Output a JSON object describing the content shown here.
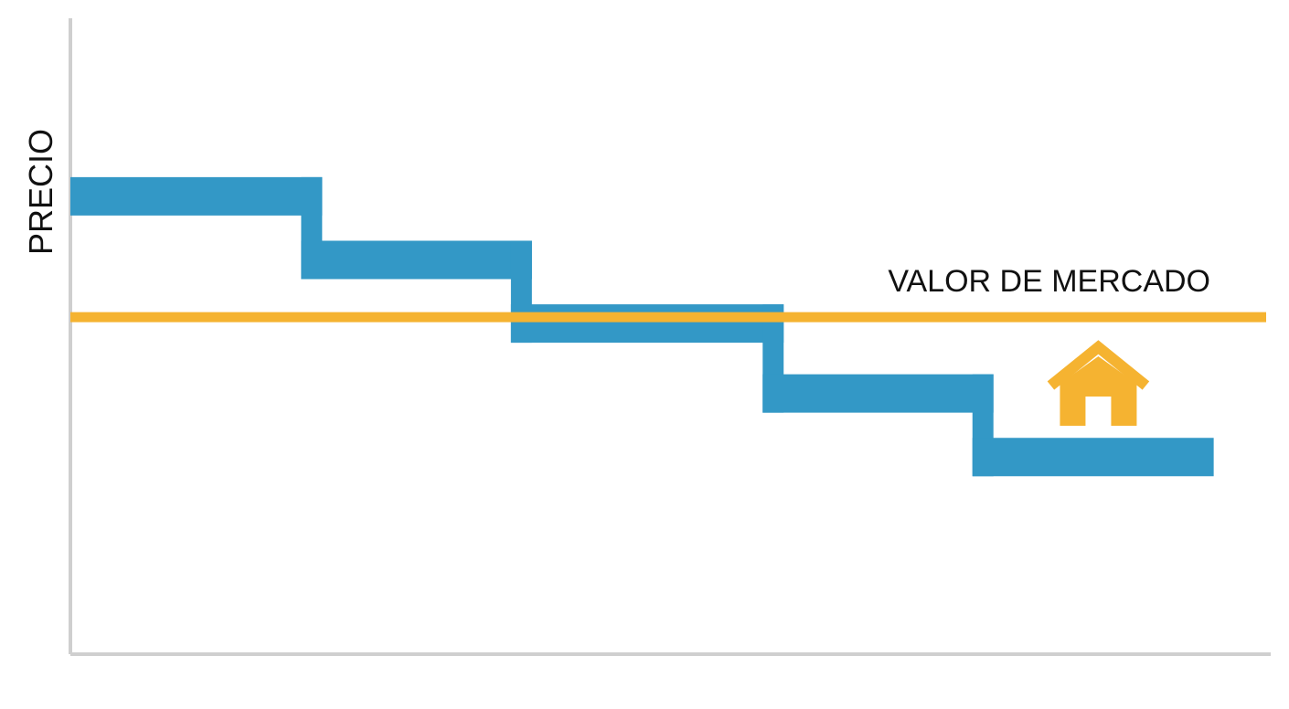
{
  "chart_data": {
    "type": "line",
    "ylabel": "PRECIO",
    "xlabel": "",
    "title": "",
    "x_ticks": false,
    "y_ticks": false,
    "grid": false,
    "x": [
      0,
      1,
      2,
      3,
      4,
      5
    ],
    "ylim": [
      0,
      10
    ],
    "xlim": [
      0,
      5.7
    ],
    "series": [
      {
        "style": "step",
        "color": "#3398c6",
        "steps": [
          {
            "x0": 0.0,
            "x1": 1.2,
            "y": 7.2
          },
          {
            "x0": 1.1,
            "x1": 2.2,
            "y": 6.2
          },
          {
            "x0": 2.1,
            "x1": 3.4,
            "y": 5.2
          },
          {
            "x0": 3.3,
            "x1": 4.4,
            "y": 4.1
          },
          {
            "x0": 4.3,
            "x1": 5.45,
            "y": 3.1
          }
        ]
      }
    ],
    "reference_lines": [
      {
        "label": "VALOR DE MERCADO",
        "y": 5.3,
        "color": "#f5b331"
      }
    ],
    "annotations": [
      {
        "name": "house-icon",
        "x": 4.9,
        "y": 3.4,
        "color": "#f5b331"
      }
    ]
  }
}
